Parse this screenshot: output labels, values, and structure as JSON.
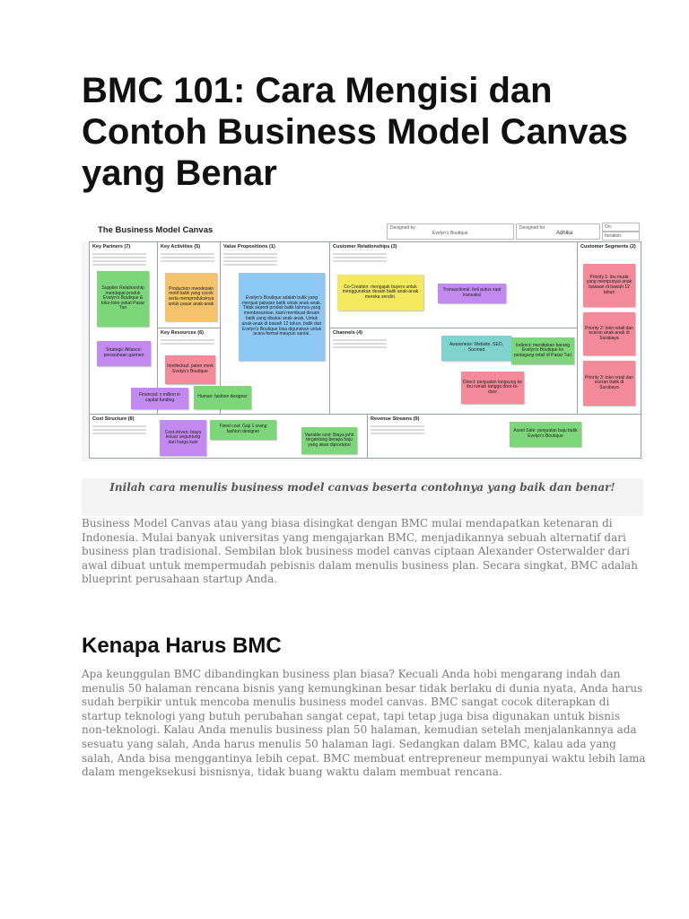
{
  "title": "BMC 101: Cara Mengisi dan Contoh Business Model Canvas yang Benar",
  "figure": {
    "title": "The Business Model Canvas",
    "designed_by_label": "Designed by:",
    "designed_by_value": "Evelyn's Boutique",
    "designed_for_label": "Designed for:",
    "designed_for_value": "Adhika",
    "on_label": "On:",
    "iteration_label": "Iteration:",
    "sections": {
      "key_partners": "Key Partners (7)",
      "key_activities": "Key Activities (5)",
      "value_propositions": "Value Propositions (1)",
      "customer_relationships": "Customer Relationships (3)",
      "customer_segments": "Customer Segments (2)",
      "key_resources": "Key Resources (6)",
      "channels": "Channels (4)",
      "cost_structure": "Cost Structure (8)",
      "revenue_streams": "Revenue Streams (9)"
    },
    "notes": {
      "supplier": "Supplier Relationship mendapat produk Evelyn's Boutique & toko-toko sekat Pasar Turi",
      "strategic_alliance": "Strategic Alliance: perusahaan garmen",
      "financial": "Financial: x million in capital funding",
      "production": "Production mendesain motif batik yang cocok serta memproduksinya untuk pasar anak-anak",
      "intellectual": "Intellectual: paten merk Evelyn's Boutique",
      "human": "Human: fashion designer",
      "value_prop": "Evelyn's Boutique adalah butik yang menjual pakaian batik untuk anak-anak. Tidak seperti produk batik lainnya yang membosankan, kami membuat desain batik yang disukai anak-anak. Untuk anak-anak di bawah 12 tahun, batik dari Evelyn's Boutique bisa digunakan untuk acara formal maupun santai.",
      "co_creation": "Co-Creation: mengajak buyers untuk menggunakan desain batik anak-anak mereka sendiri.",
      "transactional": "Transactional: beli putus saat transaksi",
      "awareness": "Awareness: Website, SEO, Socmed",
      "indirect": "Indirect: menitipkan barang Evelyn's Boutique ke pedagang retail di Pasar Turi",
      "direct": "Direct: penjualan langsung ke ibu rumah tangga door-to-door",
      "segment1": "Priority 1: ibu muda yang mempunyai anak bawaan di bawah 12 tahun",
      "segment2": "Priority 2: toko retail dan eceran anak-anak di Surabaya",
      "segment3": "Priority 3: toko retail dan eceran batik di Surabaya",
      "cost_driven": "Cost-driven: biaya keluar seguntung dari harga kain",
      "fixed_cost": "Fixed cost: Gaji 1 orang fashion designer",
      "variable_cost": "Variable cost: Biaya jahit tergantung berapa baju yang akan diproduksi",
      "asset_sale": "Asset Sale: penjualan baju batik Evelyn's Boutique"
    },
    "colors": {
      "green": "#7ed67b",
      "purple": "#c28af0",
      "orange": "#f5c36a",
      "yellow": "#f2ea5c",
      "blue": "#8dc8f5",
      "pink": "#f28a9a",
      "teal": "#7fd3cf"
    }
  },
  "caption": "Inilah cara menulis business model canvas beserta contohnya yang baik dan benar!",
  "intro": "Business Model Canvas atau yang biasa disingkat dengan BMC mulai mendapatkan ketenaran di Indonesia. Mulai banyak universitas yang mengajarkan BMC, menjadikannya sebuah alternatif dari business plan tradisional. Sembilan blok business model canvas ciptaan Alexander Osterwalder dari awal dibuat untuk mempermudah pebisnis dalam menulis business plan. Secara singkat, BMC adalah blueprint perusahaan startup Anda.",
  "section_heading": "Kenapa Harus BMC",
  "body": "Apa keunggulan BMC dibandingkan business plan biasa? Kecuali Anda hobi mengarang indah dan menulis 50 halaman rencana bisnis yang kemungkinan besar tidak berlaku di dunia nyata, Anda harus sudah berpikir untuk mencoba menulis business model canvas. BMC sangat cocok diterapkan di startup teknologi yang butuh perubahan sangat cepat, tapi tetap juga bisa digunakan untuk bisnis non-teknologi. Kalau Anda menulis business plan 50 halaman, kemudian setelah menjalankannya ada sesuatu yang salah, Anda harus menulis 50 halaman lagi. Sedangkan dalam BMC, kalau ada yang salah, Anda bisa menggantinya lebih cepat. BMC membuat entrepreneur mempunyai waktu lebih lama dalam mengeksekusi bisnisnya, tidak buang waktu dalam membuat rencana."
}
